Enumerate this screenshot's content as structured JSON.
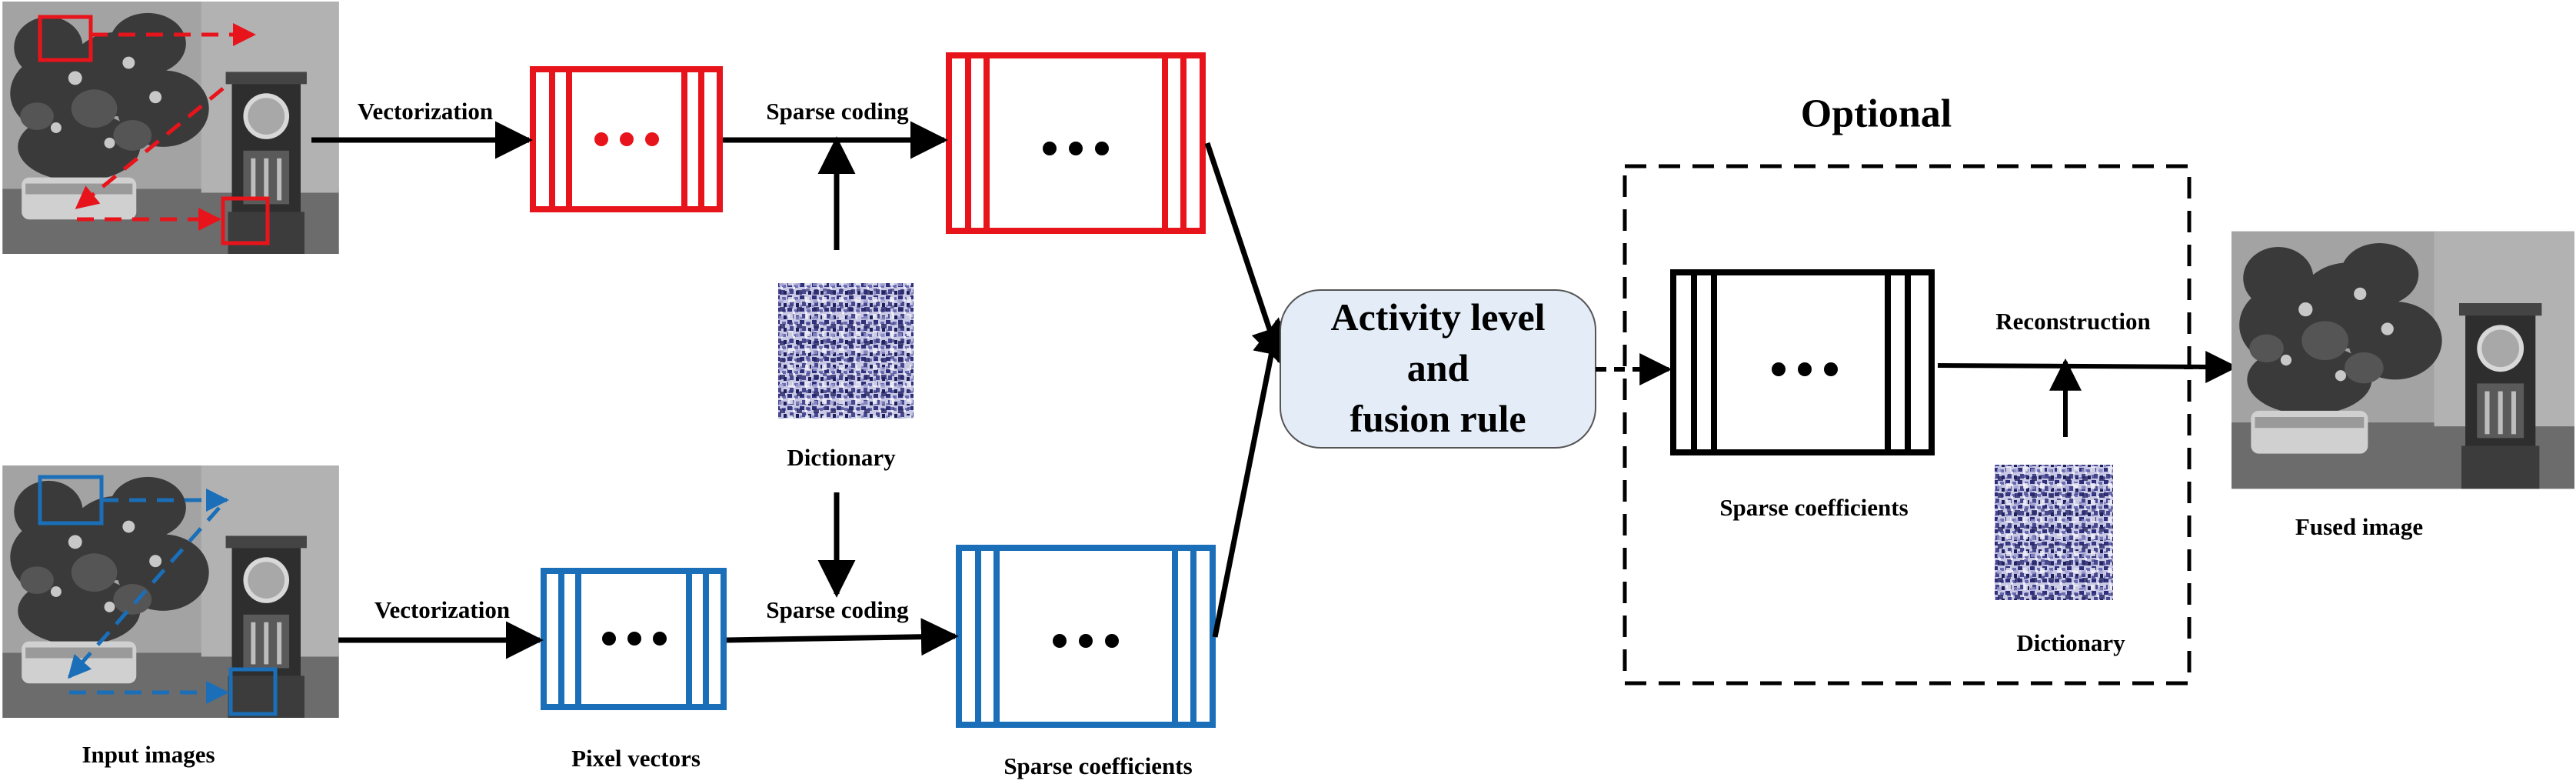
{
  "labels": {
    "vectorization_top": "Vectorization",
    "vectorization_bottom": "Vectorization",
    "sparse_coding_top": "Sparse coding",
    "sparse_coding_bottom": "Sparse coding",
    "dictionary_center": "Dictionary",
    "dictionary_right": "Dictionary",
    "input_images": "Input images",
    "pixel_vectors": "Pixel vectors",
    "sparse_coefficients_bottom": "Sparse coefficients",
    "sparse_coefficients_right": "Sparse coefficients",
    "optional": "Optional",
    "reconstruction": "Reconstruction",
    "fused_image": "Fused image",
    "fusion_box": "Activity level\nand\nfusion rule"
  },
  "colors": {
    "red_branch": "#e8141b",
    "blue_branch": "#1a6fb8",
    "black": "#000000",
    "fusion_fill": "#e3ecf7",
    "fusion_stroke": "#555555"
  }
}
